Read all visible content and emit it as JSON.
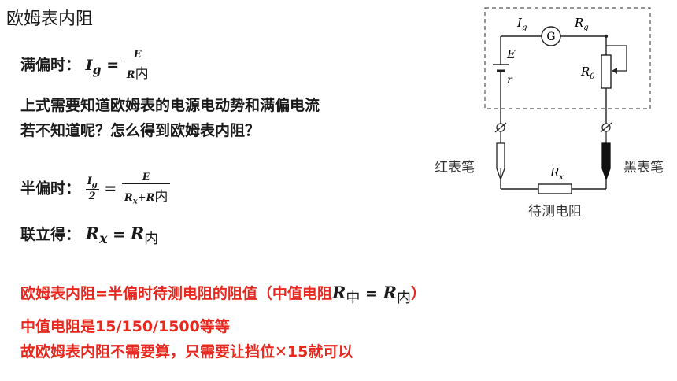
{
  "title": "欧姆表内阻",
  "full_deflection": {
    "label": "满偏时：",
    "lhs": "I",
    "lhs_sub": "g",
    "eq": "=",
    "num": "E",
    "den": "R",
    "den_sub": "内"
  },
  "text_line1": "上式需要知道欧姆表的电源电动势和满偏电流",
  "text_line2": "若不知道呢？怎么得到欧姆表内阻？",
  "half_deflection": {
    "label": "半偏时：",
    "lhs_num": "I",
    "lhs_num_sub": "g",
    "lhs_den": "2",
    "eq": "=",
    "num": "E",
    "den_a": "R",
    "den_a_sub": "x",
    "plus": "+",
    "den_b": "R",
    "den_b_sub": "内"
  },
  "combined": {
    "label": "联立得：",
    "lhs": "R",
    "lhs_sub": "x",
    "eq": "=",
    "rhs": "R",
    "rhs_sub": "内"
  },
  "conclusion": {
    "line1_text": "欧姆表内阻=半偏时待测电阻的阻值（中值电阻",
    "line1_r1": "R",
    "line1_r1_sub": "中",
    "line1_eq": "=",
    "line1_r2": "R",
    "line1_r2_sub": "内",
    "line1_close": "）",
    "line2": "中值电阻是15/150/1500等等",
    "line3": "故欧姆表内阻不需要算，只需要让挡位✕15就可以"
  },
  "circuit": {
    "label_ig": "I",
    "label_ig_sub": "g",
    "label_galvanometer": "G",
    "label_rg": "R",
    "label_rg_sub": "g",
    "label_e": "E",
    "label_r": "r",
    "label_r0": "R",
    "label_r0_sub": "0",
    "label_red_probe": "红表笔",
    "label_black_probe": "黑表笔",
    "label_rx": "R",
    "label_rx_sub": "x",
    "label_test_resistor": "待测电阻"
  },
  "colors": {
    "red": "#e8281e",
    "text": "#1a1a1a"
  }
}
